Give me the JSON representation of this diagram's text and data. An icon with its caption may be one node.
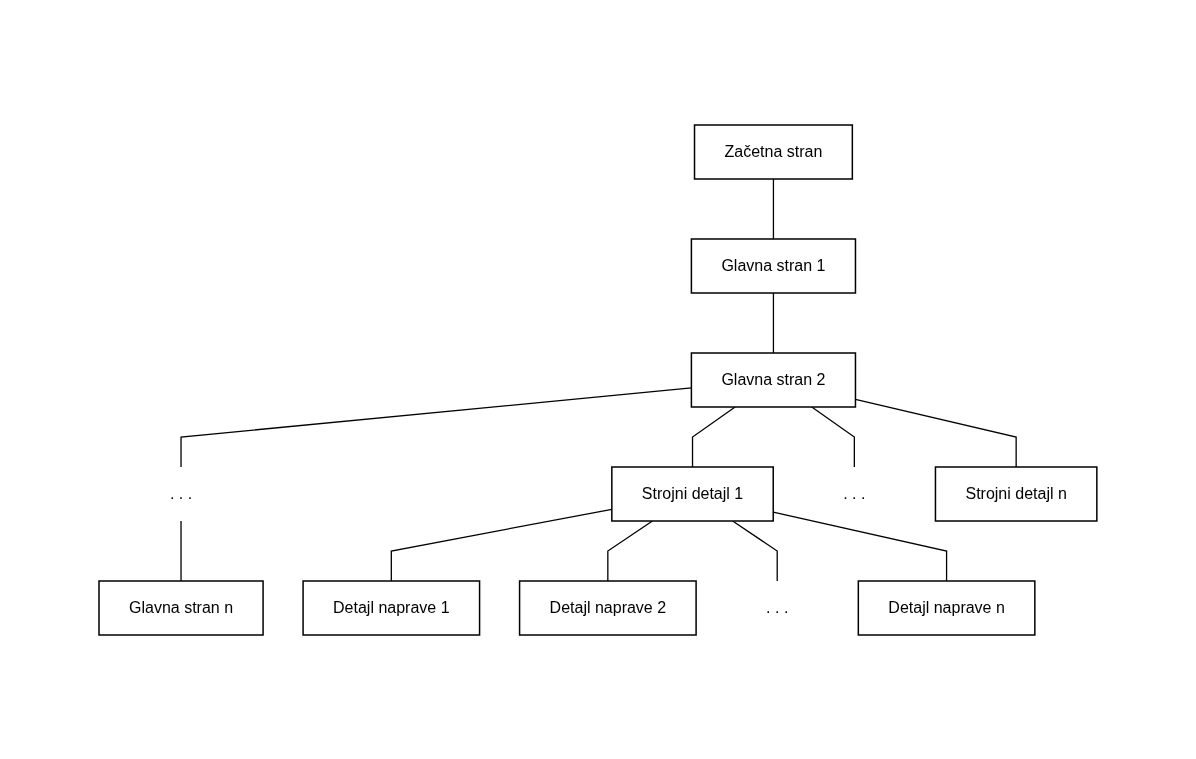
{
  "diagram": {
    "nodes": [
      {
        "text": [
          "Začetna stran"
        ]
      },
      {
        "text": [
          "Glavna stran 1"
        ]
      },
      {
        "text": [
          "Glavna stran 2"
        ]
      },
      {
        "text": [
          ". . ."
        ]
      },
      {
        "text": [
          "Glavna stran n"
        ]
      },
      {
        "text": [
          "Strojni detajl 1"
        ]
      },
      {
        "text": [
          ". . ."
        ]
      },
      {
        "text": [
          "Strojni detajl n"
        ]
      },
      {
        "text": [
          "Detajl naprave 1"
        ]
      },
      {
        "text": [
          "Detajl naprave 2"
        ]
      },
      {
        "text": [
          ". . ."
        ]
      },
      {
        "text": [
          "Detajl naprave n"
        ]
      }
    ],
    "edges": [
      {
        "from": 0,
        "to": 1,
        "arrow": "none"
      },
      {
        "from": 1,
        "to": 2,
        "arrow": "none"
      },
      {
        "from": 2,
        "to": 3,
        "arrow": "none"
      },
      {
        "from": 3,
        "to": 4,
        "arrow": "none"
      },
      {
        "from": 2,
        "to": 5,
        "arrow": "none"
      },
      {
        "from": 2,
        "to": 6,
        "arrow": "none"
      },
      {
        "from": 2,
        "to": 7,
        "arrow": "none"
      },
      {
        "from": 5,
        "to": 8,
        "arrow": "none"
      },
      {
        "from": 5,
        "to": 9,
        "arrow": "none"
      },
      {
        "from": 5,
        "to": 10,
        "arrow": "none"
      },
      {
        "from": 5,
        "to": 11,
        "arrow": "none"
      }
    ]
  }
}
